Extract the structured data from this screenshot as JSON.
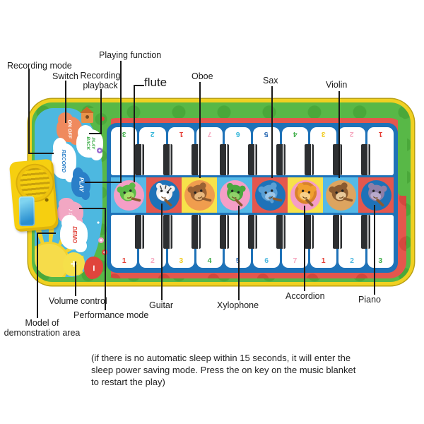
{
  "annotations": {
    "recording_mode": "Recording mode",
    "switch": "Switch",
    "recording_playback": "Recording playback",
    "playing_function": "Playing function",
    "flute": "flute",
    "oboe": "Oboe",
    "sax": "Sax",
    "violin": "Violin",
    "guitar": "Guitar",
    "xylophone": "Xylophone",
    "accordion": "Accordion",
    "piano": "Piano",
    "volume_control": "Volume control",
    "performance_mode": "Performance mode",
    "model_of_demonstration_area": "Model of demonstration area"
  },
  "footnote": "(if there is no automatic sleep within 15 seconds, it will enter the sleep power saving mode. Press the on key on the music blanket to restart the play)",
  "mat": {
    "controls": {
      "on_off": "ON OFF",
      "play_back": "PLAY BACK",
      "record": "RECORD",
      "play": "PLAY",
      "music_notes": "♪♫",
      "demo": "DEMO",
      "volume_up": "+",
      "volume_down": "−"
    },
    "colors": {
      "border_yellow": "#f0d021",
      "band_green": "#58b847",
      "inner_red": "#e4574d",
      "control_blue": "#4db8e0",
      "panel_blue": "#1e72b8",
      "onoff_cloud": "#ef8a5e",
      "play_cloud": "#2a7fc8",
      "notes_cloud": "#f2a7c3",
      "volume_up_blob": "#f5e04a",
      "volume_down_blob": "#e0453c"
    },
    "top_keys": [
      {
        "num": "3",
        "color": "#3fae49"
      },
      {
        "num": "2",
        "color": "#35b6d9"
      },
      {
        "num": "1",
        "color": "#e53e35"
      },
      {
        "num": "7",
        "color": "#f6a8c0"
      },
      {
        "num": "6",
        "color": "#35b6d9"
      },
      {
        "num": "5",
        "color": "#2e6db5"
      },
      {
        "num": "4",
        "color": "#3fae49"
      },
      {
        "num": "3",
        "color": "#f0cb1f"
      },
      {
        "num": "2",
        "color": "#f6a8c0"
      },
      {
        "num": "1",
        "color": "#e53e35"
      }
    ],
    "bottom_keys": [
      {
        "num": "1",
        "color": "#e53e35"
      },
      {
        "num": "2",
        "color": "#f6a8c0"
      },
      {
        "num": "3",
        "color": "#f0cb1f"
      },
      {
        "num": "4",
        "color": "#3fae49"
      },
      {
        "num": "5",
        "color": "#2e6db5"
      },
      {
        "num": "6",
        "color": "#4db8e0"
      },
      {
        "num": "7",
        "color": "#f6a8c0"
      },
      {
        "num": "1",
        "color": "#e53e35"
      },
      {
        "num": "2",
        "color": "#4db8e0"
      },
      {
        "num": "3",
        "color": "#3fae49"
      }
    ],
    "instruments": [
      {
        "animal": "frog",
        "instrument": "flute",
        "square": "#55b9e6",
        "circle": "#f59ec6",
        "body": "#5cb947",
        "muzzle": "#a8e06c"
      },
      {
        "animal": "zebra",
        "instrument": "guitar",
        "square": "#e4574d",
        "circle": "#1e72b8",
        "body": "#f0f0f0",
        "muzzle": "#ffffff"
      },
      {
        "animal": "monkey",
        "instrument": "oboe",
        "square": "#f7e24a",
        "circle": "#f09d4e",
        "body": "#9a6234",
        "muzzle": "#e8b87e"
      },
      {
        "animal": "crocodile",
        "instrument": "xylophone",
        "square": "#55b9e6",
        "circle": "#f59ec6",
        "body": "#4aa83c",
        "muzzle": "#8fd06a"
      },
      {
        "animal": "elephant",
        "instrument": "sax",
        "square": "#e4574d",
        "circle": "#1e72b8",
        "body": "#5a9fd4",
        "muzzle": "#9cc6e8"
      },
      {
        "animal": "lion",
        "instrument": "accordion",
        "square": "#f7e24a",
        "circle": "#f59ec6",
        "body": "#f0a030",
        "muzzle": "#f8d08a"
      },
      {
        "animal": "bear",
        "instrument": "violin",
        "square": "#55b9e6",
        "circle": "#dda45f",
        "body": "#8a5a30",
        "muzzle": "#e8c89a"
      },
      {
        "animal": "hippo",
        "instrument": "piano",
        "square": "#e4574d",
        "circle": "#1e72b8",
        "body": "#8d7fa8",
        "muzzle": "#b8aacc"
      }
    ]
  }
}
